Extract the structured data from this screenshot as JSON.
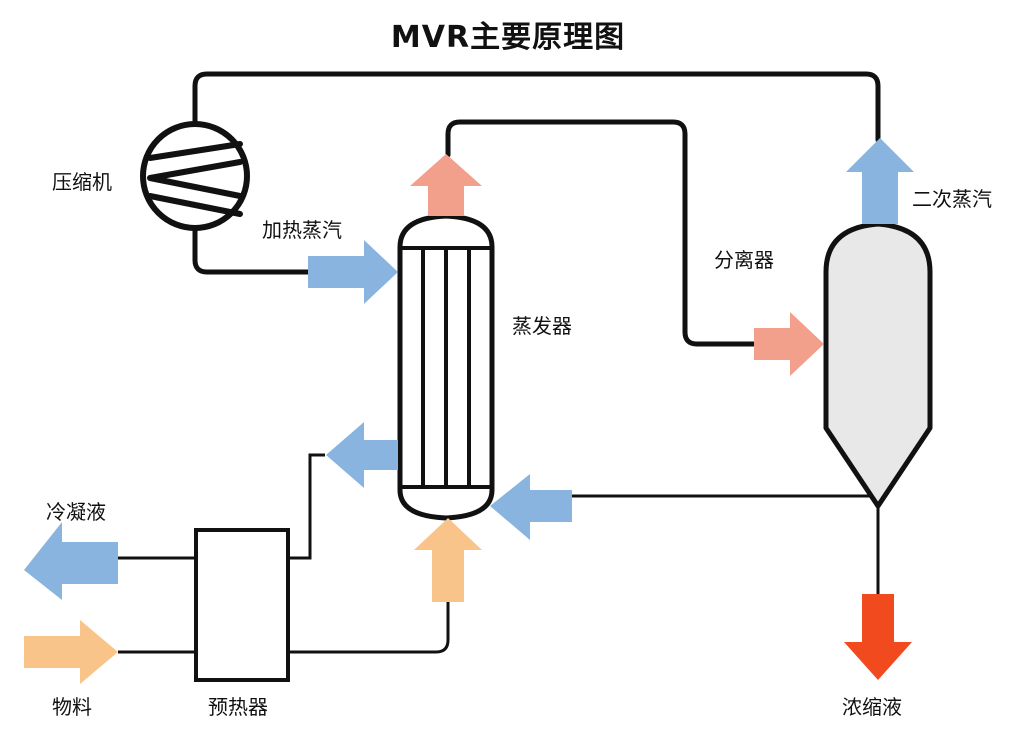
{
  "title": "MVR主要原理图",
  "labels": {
    "compressor": "压缩机",
    "heating_steam": "加热蒸汽",
    "evaporator": "蒸发器",
    "separator": "分离器",
    "secondary_steam": "二次蒸汽",
    "condensate": "冷凝液",
    "feed": "物料",
    "preheater": "预热器",
    "concentrate": "浓缩液"
  },
  "colors": {
    "blue": "#8AB4E0",
    "salmon": "#F2A08C",
    "peach": "#F9C48A",
    "orange_red": "#F04A1E",
    "vessel_fill": "#E8E8E8",
    "line": "#111111"
  }
}
